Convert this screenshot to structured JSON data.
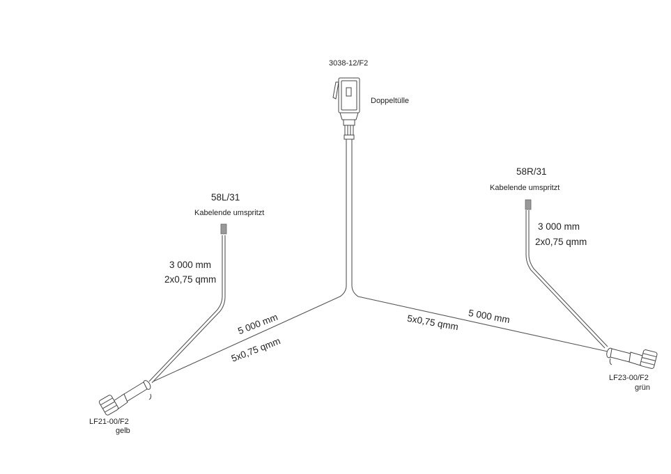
{
  "top_connector": {
    "part_number": "3038-12/F2",
    "note": "Doppeltülle"
  },
  "left_cable_end": {
    "code": "58L/31",
    "note": "Kabelende umspritzt",
    "length": "3 000 mm",
    "cross_section": "2x0,75 qmm"
  },
  "right_cable_end": {
    "code": "58R/31",
    "note": "Kabelende umspritzt",
    "length": "3 000 mm",
    "cross_section": "2x0,75 qmm"
  },
  "left_branch": {
    "length": "5 000 mm",
    "cross_section": "5x0,75 qmm"
  },
  "right_branch": {
    "length": "5 000 mm",
    "cross_section": "5x0,75 qmm"
  },
  "left_lamp_connector": {
    "part_number": "LF21-00/F2",
    "color": "gelb"
  },
  "right_lamp_connector": {
    "part_number": "LF23-00/F2",
    "color": "grün"
  }
}
